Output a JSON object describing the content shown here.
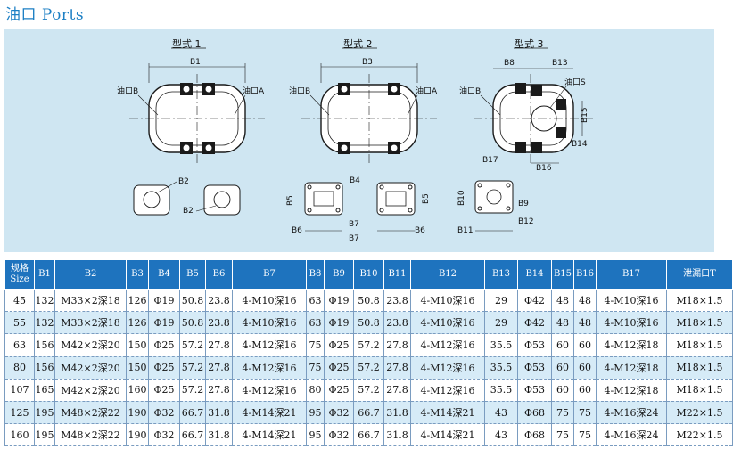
{
  "title": "油口 Ports",
  "diagrams": {
    "type1": {
      "label": "型式 1",
      "dims": [
        "B1"
      ],
      "ports": [
        "油口B",
        "油口A"
      ]
    },
    "type2": {
      "label": "型式 2",
      "dims": [
        "B3"
      ],
      "ports": [
        "油口B",
        "油口A"
      ]
    },
    "type3": {
      "label": "型式 3",
      "dims": [
        "B8",
        "B13",
        "B15",
        "B14",
        "B16",
        "B17"
      ],
      "ports": [
        "油口B",
        "油口S"
      ]
    },
    "flange_a": {
      "dims": [
        "B2",
        "B2"
      ]
    },
    "flange_b": {
      "dims": [
        "B5",
        "B4",
        "B6",
        "B7",
        "B7",
        "B5",
        "B6"
      ]
    },
    "flange_c": {
      "dims": [
        "B10",
        "B9",
        "B12",
        "B11"
      ]
    }
  },
  "table": {
    "headers": [
      "规格 Size",
      "B1",
      "B2",
      "B3",
      "B4",
      "B5",
      "B6",
      "B7",
      "B8",
      "B9",
      "B10",
      "B11",
      "B12",
      "B13",
      "B14",
      "B15",
      "B16",
      "B17",
      "泄漏口T"
    ],
    "rows": [
      [
        "45",
        "132",
        "M33×2深18",
        "126",
        "Φ19",
        "50.8",
        "23.8",
        "4-M10深16",
        "63",
        "Φ19",
        "50.8",
        "23.8",
        "4-M10深16",
        "29",
        "Φ42",
        "48",
        "48",
        "4-M10深16",
        "M18×1.5"
      ],
      [
        "55",
        "132",
        "M33×2深18",
        "126",
        "Φ19",
        "50.8",
        "23.8",
        "4-M10深16",
        "63",
        "Φ19",
        "50.8",
        "23.8",
        "4-M10深16",
        "29",
        "Φ42",
        "48",
        "48",
        "4-M10深16",
        "M18×1.5"
      ],
      [
        "63",
        "156",
        "M42×2深20",
        "150",
        "Φ25",
        "57.2",
        "27.8",
        "4-M12深16",
        "75",
        "Φ25",
        "57.2",
        "27.8",
        "4-M12深16",
        "35.5",
        "Φ53",
        "60",
        "60",
        "4-M12深18",
        "M18×1.5"
      ],
      [
        "80",
        "156",
        "M42×2深20",
        "150",
        "Φ25",
        "57.2",
        "27.8",
        "4-M12深16",
        "75",
        "Φ25",
        "57.2",
        "27.8",
        "4-M12深16",
        "35.5",
        "Φ53",
        "60",
        "60",
        "4-M12深18",
        "M18×1.5"
      ],
      [
        "107",
        "165",
        "M42×2深20",
        "160",
        "Φ25",
        "57.2",
        "27.8",
        "4-M12深16",
        "80",
        "Φ25",
        "57.2",
        "27.8",
        "4-M12深16",
        "35.5",
        "Φ53",
        "60",
        "60",
        "4-M12深18",
        "M18×1.5"
      ],
      [
        "125",
        "195",
        "M48×2深22",
        "190",
        "Φ32",
        "66.7",
        "31.8",
        "4-M14深21",
        "95",
        "Φ32",
        "66.7",
        "31.8",
        "4-M14深21",
        "43",
        "Φ68",
        "75",
        "75",
        "4-M16深24",
        "M22×1.5"
      ],
      [
        "160",
        "195",
        "M48×2深22",
        "190",
        "Φ32",
        "66.7",
        "31.8",
        "4-M14深21",
        "95",
        "Φ32",
        "66.7",
        "31.8",
        "4-M14深21",
        "43",
        "Φ68",
        "75",
        "75",
        "4-M16深24",
        "M22×1.5"
      ]
    ]
  }
}
